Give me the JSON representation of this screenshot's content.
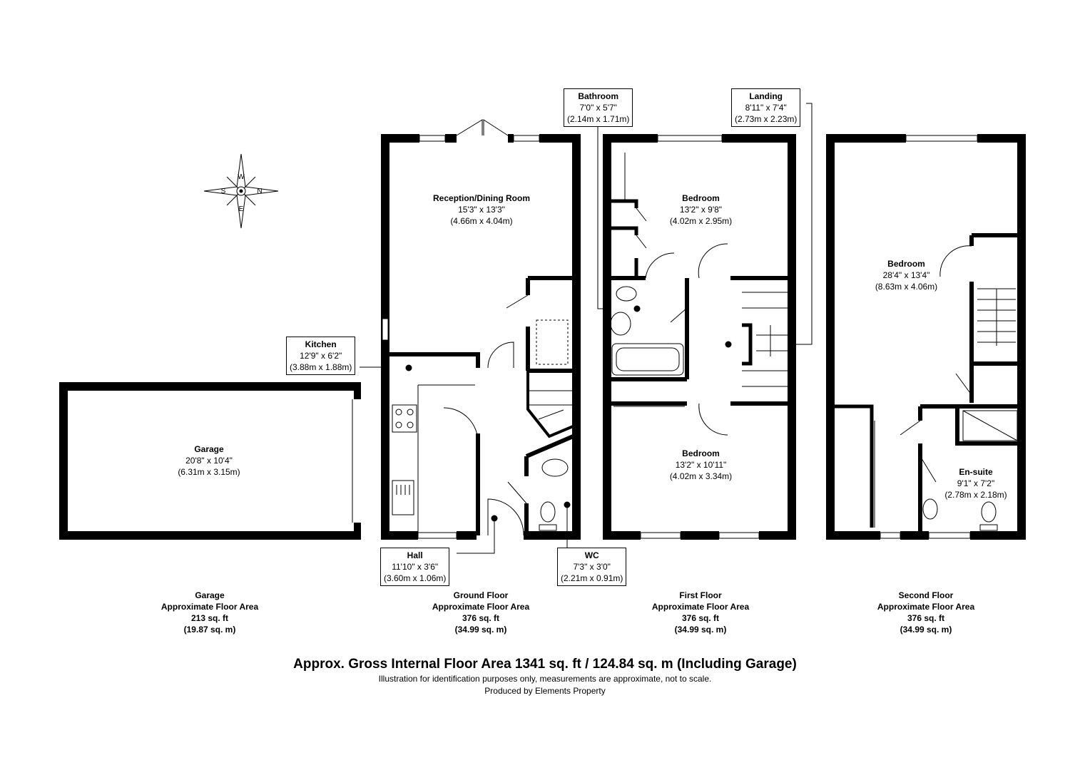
{
  "compass": {
    "icon": "compass-rose-icon",
    "labels": [
      "W",
      "N",
      "E",
      "S"
    ]
  },
  "rooms": {
    "reception": {
      "name": "Reception/Dining Room",
      "imperial": "15'3\" x 13'3\"",
      "metric": "(4.66m x 4.04m)"
    },
    "garage": {
      "name": "Garage",
      "imperial": "20'8\" x 10'4\"",
      "metric": "(6.31m x 3.15m)"
    },
    "kitchen": {
      "name": "Kitchen",
      "imperial": "12'9\" x 6'2\"",
      "metric": "(3.88m x 1.88m)"
    },
    "hall": {
      "name": "Hall",
      "imperial": "11'10\" x 3'6\"",
      "metric": "(3.60m x 1.06m)"
    },
    "wc": {
      "name": "WC",
      "imperial": "7'3\" x 3'0\"",
      "metric": "(2.21m x 0.91m)"
    },
    "bathroom": {
      "name": "Bathroom",
      "imperial": "7'0\" x 5'7\"",
      "metric": "(2.14m x 1.71m)"
    },
    "landing": {
      "name": "Landing",
      "imperial": "8'11\" x 7'4\"",
      "metric": "(2.73m x 2.23m)"
    },
    "bedroom1": {
      "name": "Bedroom",
      "imperial": "13'2\" x 9'8\"",
      "metric": "(4.02m x 2.95m)"
    },
    "bedroom2": {
      "name": "Bedroom",
      "imperial": "13'2\" x 10'11\"",
      "metric": "(4.02m x 3.34m)"
    },
    "bedroom3": {
      "name": "Bedroom",
      "imperial": "28'4\" x 13'4\"",
      "metric": "(8.63m x 4.06m)"
    },
    "ensuite": {
      "name": "En-suite",
      "imperial": "9'1\" x 7'2\"",
      "metric": "(2.78m x 2.18m)"
    }
  },
  "floors": [
    {
      "name": "Garage",
      "label": "Approximate Floor Area",
      "sqft": "213 sq. ft",
      "sqm": "(19.87 sq. m)"
    },
    {
      "name": "Ground Floor",
      "label": "Approximate Floor Area",
      "sqft": "376 sq. ft",
      "sqm": "(34.99 sq. m)"
    },
    {
      "name": "First Floor",
      "label": "Approximate Floor Area",
      "sqft": "376 sq. ft",
      "sqm": "(34.99 sq. m)"
    },
    {
      "name": "Second Floor",
      "label": "Approximate Floor Area",
      "sqft": "376 sq. ft",
      "sqm": "(34.99 sq. m)"
    }
  ],
  "footer": {
    "total": "Approx. Gross Internal Floor Area 1341 sq. ft / 124.84 sq. m (Including Garage)",
    "disclaimer": "Illustration for identification purposes only, measurements are approximate, not to scale.",
    "credit": "Produced by Elements Property"
  }
}
